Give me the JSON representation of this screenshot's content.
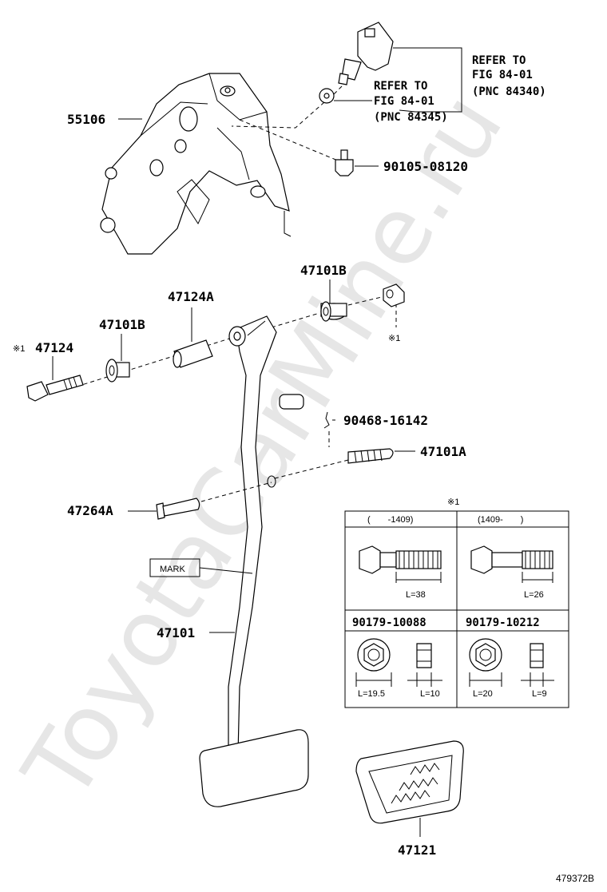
{
  "watermark": "ToyotaCarMine.ru",
  "figure_code": "479372B",
  "labels": {
    "p55106": "55106",
    "p90105": "90105-08120",
    "p47101B_top": "47101B",
    "p47124A": "47124A",
    "p47101B_left": "47101B",
    "p47124": "47124",
    "ref_mark_p47124": "※1",
    "ref_mark_nut": "※1",
    "p90468": "90468-16142",
    "p47101A": "47101A",
    "p47264A": "47264A",
    "mark": "MARK",
    "p47101": "47101",
    "p47121": "47121"
  },
  "refer1": {
    "line1": "REFER TO",
    "line2": "FIG 84-01",
    "line3": "(PNC 84340)"
  },
  "refer2": {
    "line1": "REFER TO",
    "line2": "FIG 84-01",
    "line3": "(PNC 84345)"
  },
  "table": {
    "note": "※1",
    "col1_header": "(　　-1409)",
    "col2_header": "(1409-　　)",
    "bolt1_len": "L=38",
    "bolt2_len": "L=26",
    "nut1_part": "90179-10088",
    "nut2_part": "90179-10212",
    "nut1_len_a": "L=19.5",
    "nut1_len_b": "L=10",
    "nut2_len_a": "L=20",
    "nut2_len_b": "L=9"
  }
}
